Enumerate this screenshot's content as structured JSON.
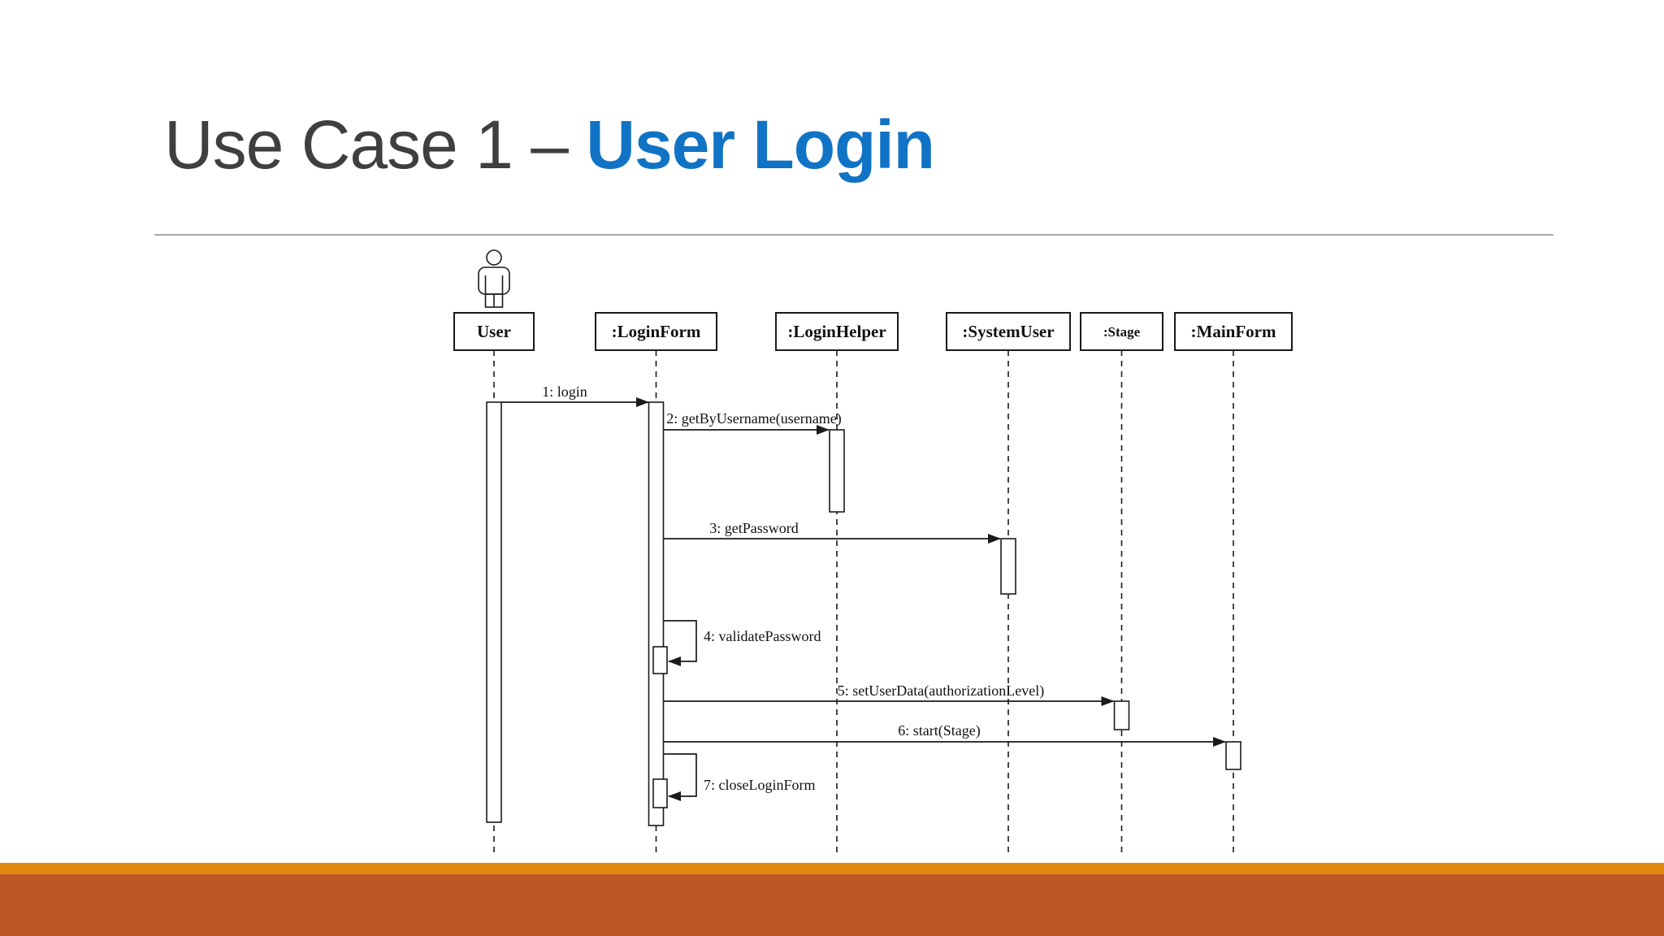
{
  "slide": {
    "title": {
      "prefix": "Use Case 1 – ",
      "highlight": "User Login"
    },
    "colors": {
      "title_text": "#3F3F3F",
      "title_highlight": "#1173C5",
      "divider": "#A9A9A9",
      "diagram_lines": "#1A1A1A",
      "footer_strip": "#E1880E",
      "footer_bar": "#BC5827"
    }
  },
  "diagram": {
    "type": "uml-sequence-diagram",
    "actors": [
      {
        "label": "User",
        "kind": "human-actor"
      },
      {
        "label": ":LoginForm",
        "kind": "object"
      },
      {
        "label": ":LoginHelper",
        "kind": "object"
      },
      {
        "label": ":SystemUser",
        "kind": "object"
      },
      {
        "label": ":Stage",
        "kind": "object"
      },
      {
        "label": ":MainForm",
        "kind": "object"
      }
    ],
    "messages": [
      {
        "label": "1: login",
        "from": "User",
        "to": ":LoginForm",
        "type": "call"
      },
      {
        "label": "2: getByUsername(username)",
        "from": ":LoginForm",
        "to": ":LoginHelper",
        "type": "call"
      },
      {
        "label": "3: getPassword",
        "from": ":LoginForm",
        "to": ":SystemUser",
        "type": "call"
      },
      {
        "label": "4: validatePassword",
        "from": ":LoginForm",
        "to": ":LoginForm",
        "type": "self"
      },
      {
        "label": "5: setUserData(authorizationLevel)",
        "from": ":LoginForm",
        "to": ":Stage",
        "type": "call"
      },
      {
        "label": "6: start(Stage)",
        "from": ":LoginForm",
        "to": ":MainForm",
        "type": "call"
      },
      {
        "label": "7: closeLoginForm",
        "from": ":LoginForm",
        "to": ":LoginForm",
        "type": "self"
      }
    ]
  }
}
